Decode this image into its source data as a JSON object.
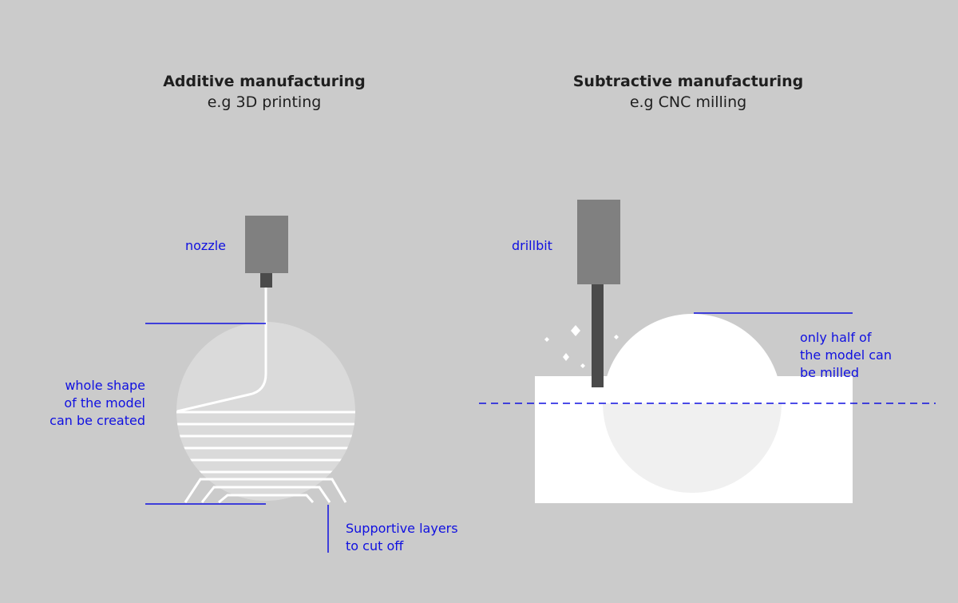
{
  "additive": {
    "title": "Additive manufacturing",
    "subtitle": "e.g 3D printing",
    "nozzle_label": "nozzle",
    "whole_shape_label": "whole shape\nof the model\ncan be created",
    "support_label": "Supportive layers\nto cut off"
  },
  "subtractive": {
    "title": "Subtractive manufacturing",
    "subtitle": "e.g CNC milling",
    "drillbit_label": "drillbit",
    "half_model_label": "only half of\nthe model can\nbe milled"
  },
  "colors": {
    "background": "#cbcbcb",
    "annotation": "#1010e0",
    "tool_body": "#808080",
    "tool_tip": "#4a4a4a",
    "model_fill": "#dadada",
    "stock": "#ffffff"
  }
}
